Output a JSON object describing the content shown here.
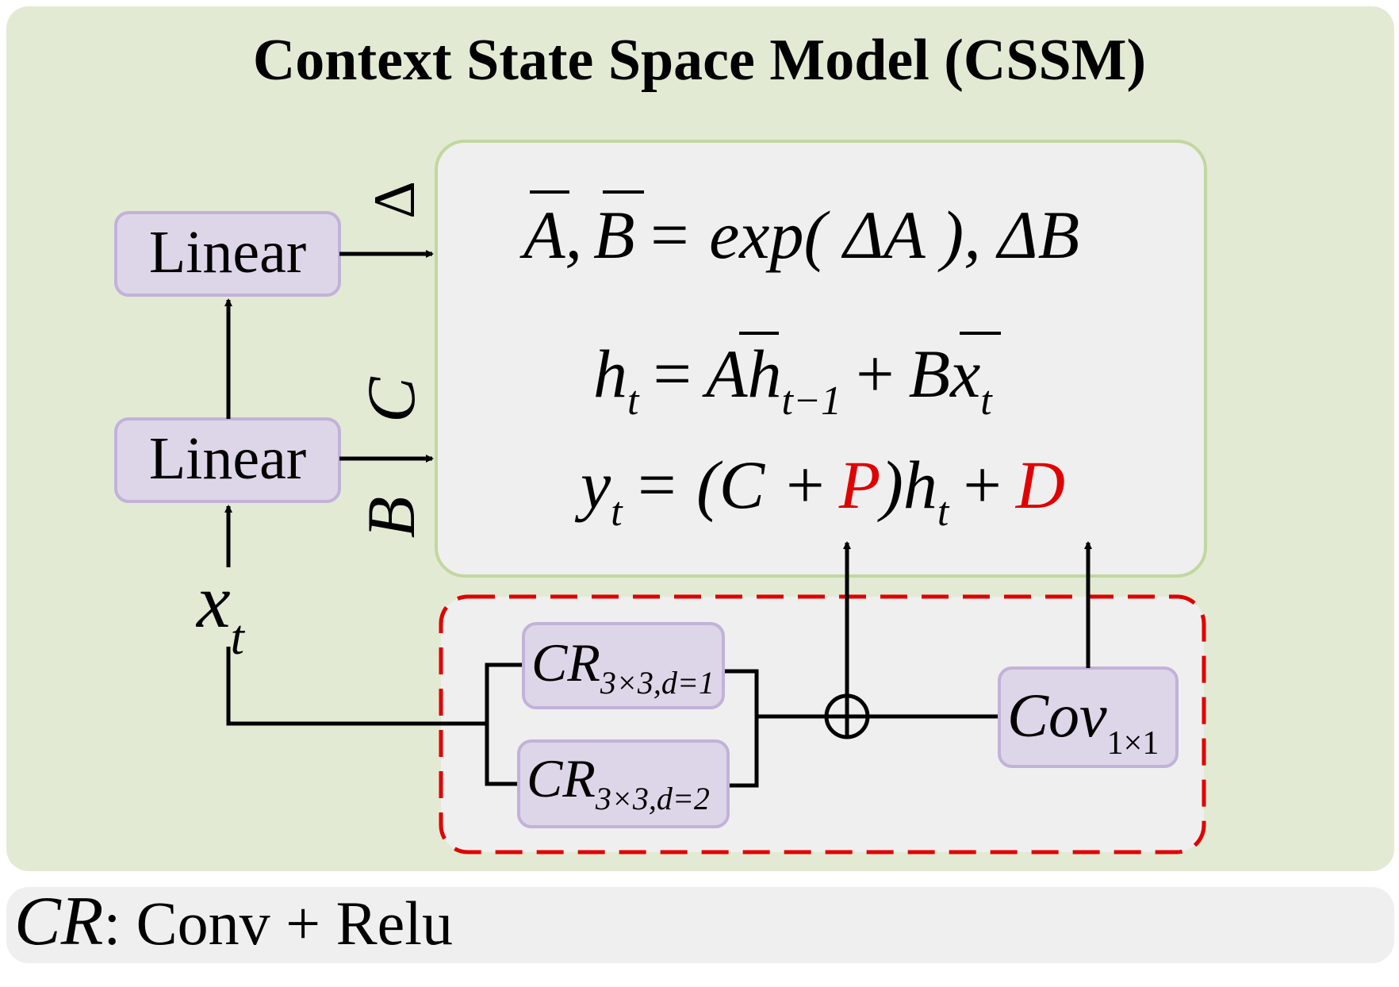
{
  "title": "Context State Space Model (CSSM)",
  "colors": {
    "outer_bg": "#e2ead4",
    "eq_bg": "#efefef",
    "eq_border": "#c2d79f",
    "block_fill": "#ddd6e8",
    "block_border": "#c2b2d8",
    "dashed_border": "#e00000",
    "highlight": "#e00000",
    "legend_bg": "#efefef"
  },
  "blocks": {
    "linear_top": "Linear",
    "linear_bottom": "Linear",
    "cr1_main": "CR",
    "cr1_sub": "3×3,d=1",
    "cr2_main": "CR",
    "cr2_sub": "3×3,d=2",
    "cov_main": "Cov",
    "cov_sub": "1×1"
  },
  "signals": {
    "delta": "Δ",
    "b": "B",
    "c": "C",
    "x": "x",
    "x_sub": "t"
  },
  "equations": {
    "eq1": {
      "abar": "A",
      "comma1": ",",
      "bbar": "B",
      "rhs": "= exp( ΔA ), ΔB"
    },
    "eq2": {
      "h": "h",
      "h_sub": "t",
      "eq": "=",
      "abar": "A",
      "h2": "h",
      "h2_sub": "t−1",
      "plus": "+",
      "bbar": "B",
      "x": "x",
      "x_sub": "t"
    },
    "eq3": {
      "y": "y",
      "y_sub": "t",
      "eq": "= (C +",
      "p": "P",
      "close": ")h",
      "h_sub": "t",
      "plus": "+",
      "d": "D"
    }
  },
  "legend": {
    "symbol": "CR",
    "text": ": Conv + Relu"
  }
}
